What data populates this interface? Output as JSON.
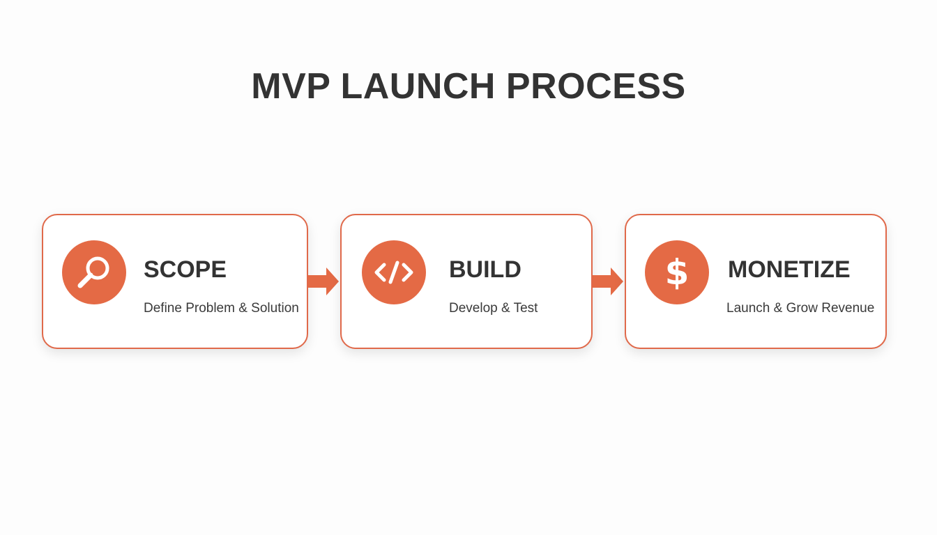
{
  "diagram": {
    "title": "MVP LAUNCH PROCESS",
    "accent_color": "#e46a45",
    "steps": [
      {
        "title": "SCOPE",
        "subtitle": "Define Problem & Solution",
        "icon": "magnifying-glass-icon"
      },
      {
        "title": "BUILD",
        "subtitle": "Develop & Test",
        "icon": "code-brackets-icon",
        "icon_text": "</>"
      },
      {
        "title": "MONETIZE",
        "subtitle": "Launch & Grow Revenue",
        "icon": "dollar-sign-icon",
        "icon_text": "$"
      }
    ]
  }
}
